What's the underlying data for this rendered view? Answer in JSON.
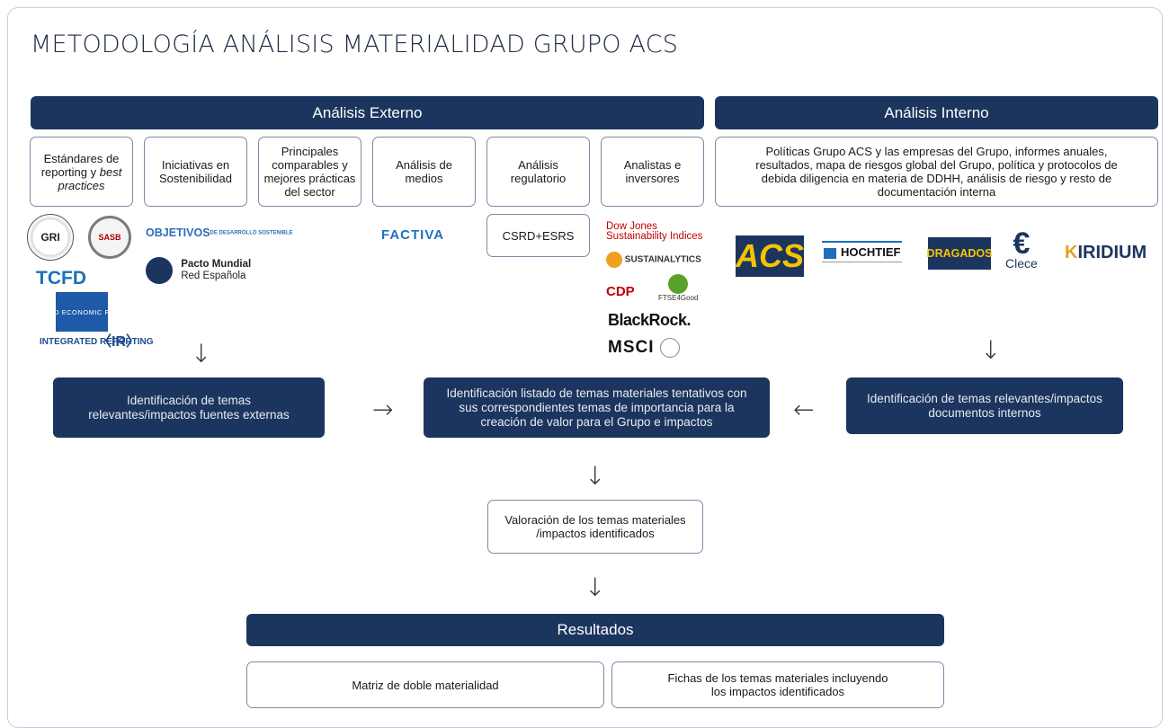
{
  "title": "METODOLOGÍA ANÁLISIS MATERIALIDAD GRUPO ACS",
  "headers": {
    "externo": "Análisis Externo",
    "interno": "Análisis Interno",
    "resultados": "Resultados"
  },
  "external_sources": [
    {
      "pre": "Estándares de reporting y ",
      "em": "best practices"
    },
    {
      "text": "Iniciativas en Sostenibilidad"
    },
    {
      "text": "Principales comparables y mejores prácticas del sector"
    },
    {
      "text": "Análisis de medios"
    },
    {
      "text": "Análisis regulatorio"
    },
    {
      "text": "Analistas e inversores"
    }
  ],
  "internal_source": "Políticas Grupo ACS y las empresas del Grupo, informes anuales, resultados, mapa de riesgos  global del Grupo, política y protocolos de debida diligencia en materia de DDHH, análisis de riesgo y resto de documentación interna",
  "regulatory_box": "CSRD+ESRS",
  "logos": {
    "gri": "GRI",
    "sasb": "SASB",
    "tcfd": "TCFD",
    "wef": "WORLD ECONOMIC FORUM",
    "ir": "INTEGRATED REPORTING",
    "ir_mark": "〈IR〉",
    "ods": "OBJETIVOS",
    "ods_small": "DE DESARROLLO SOSTENIBLE",
    "pacto": "Pacto Mundial",
    "pacto_sub": "Red Española",
    "factiva": "FACTIVA",
    "dj1": "Dow Jones",
    "dj2": "Sustainability Indices",
    "sustainalytics": "SUSTAINALYTICS",
    "cdp": "CDP",
    "ftse": "FTSE4Good",
    "blackrock": "BlackRock.",
    "msci": "MSCI",
    "acs": "ACS",
    "hochtief": "HOCHTIEF",
    "dragados": "DRAGADOS",
    "clece": "Clece",
    "iridium": "IRIDIUM"
  },
  "process": {
    "ext_topics": "Identificación de temas relevantes/impactos fuentes externas",
    "tentative": "Identificación listado de temas materiales tentativos con sus correspondientes temas de importancia para la creación de valor para el Grupo e impactos",
    "int_topics": "Identificación de temas relevantes/impactos documentos internos",
    "valuation": "Valoración de los temas materiales /impactos identificados"
  },
  "results": {
    "matrix": "Matriz de doble materialidad",
    "sheets": "Fichas de los temas materiales incluyendo los impactos identificados"
  },
  "arrows": {
    "down": "↓",
    "right": "→",
    "left": "←"
  },
  "colors": {
    "navy": "#1c355e",
    "border": "#7b8aa4"
  }
}
